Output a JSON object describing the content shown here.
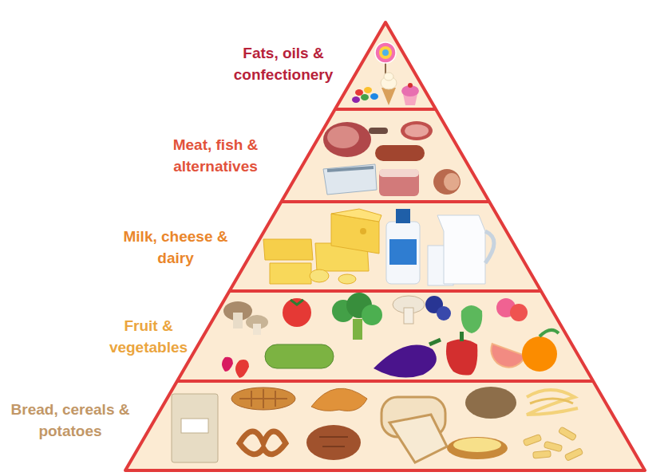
{
  "diagram": {
    "nodes": [
      {
        "text": [
          "Fats, oils & confectionery"
        ]
      },
      {
        "text": [
          "Meat, fish & alternatives"
        ]
      },
      {
        "text": [
          "Milk, cheese & dairy"
        ]
      },
      {
        "text": [
          "Fruit & vegetables"
        ]
      },
      {
        "text": [
          "Bread, cereals & potatoes"
        ]
      }
    ]
  }
}
